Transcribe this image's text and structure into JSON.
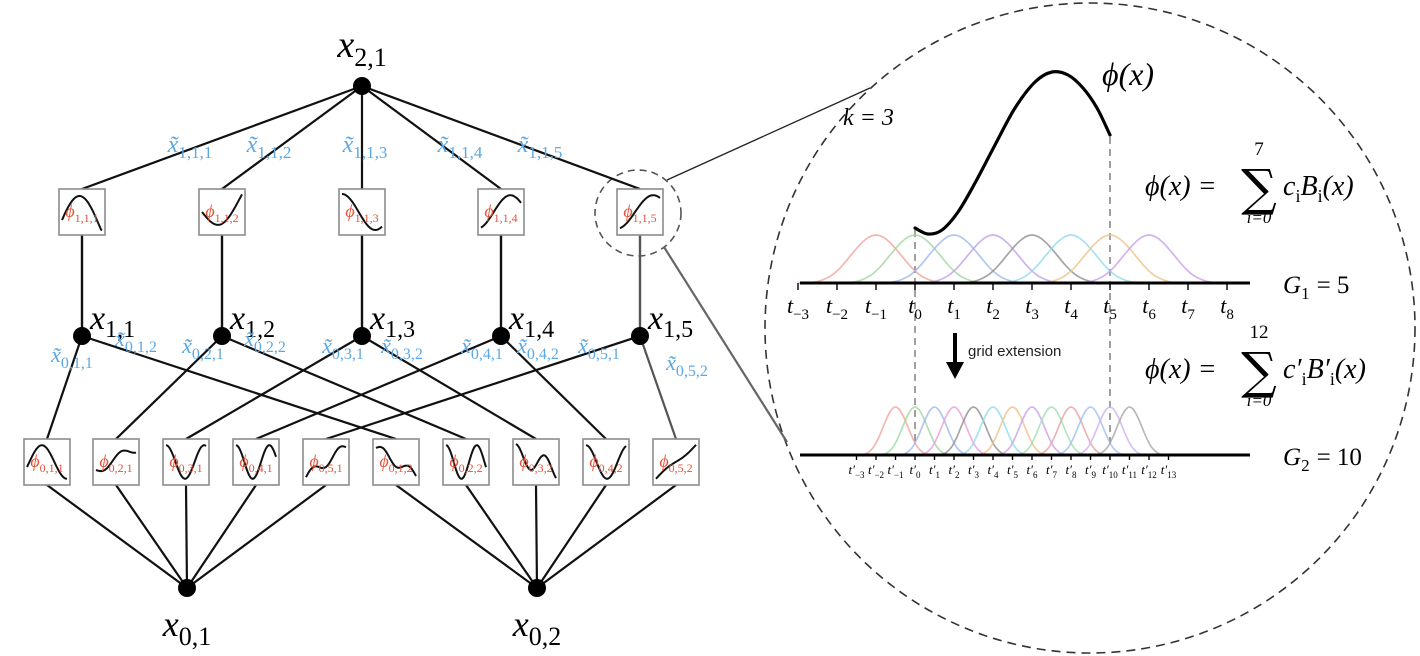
{
  "network": {
    "output_node": {
      "base": "x",
      "sub": "2,1"
    },
    "layer1_edge_labels": [
      {
        "base": "x̃",
        "sub": "1,1,1"
      },
      {
        "base": "x̃",
        "sub": "1,1,2"
      },
      {
        "base": "x̃",
        "sub": "1,1,3"
      },
      {
        "base": "x̃",
        "sub": "1,1,4"
      },
      {
        "base": "x̃",
        "sub": "1,1,5"
      }
    ],
    "layer1_activations": [
      {
        "base": "ϕ",
        "sub": "1,1,1"
      },
      {
        "base": "ϕ",
        "sub": "1,1,2"
      },
      {
        "base": "ϕ",
        "sub": "1,1,3"
      },
      {
        "base": "ϕ",
        "sub": "1,1,4"
      },
      {
        "base": "ϕ",
        "sub": "1,1,5"
      }
    ],
    "hidden_nodes": [
      {
        "base": "x",
        "sub": "1,1"
      },
      {
        "base": "x",
        "sub": "1,2"
      },
      {
        "base": "x",
        "sub": "1,3"
      },
      {
        "base": "x",
        "sub": "1,4"
      },
      {
        "base": "x",
        "sub": "1,5"
      }
    ],
    "layer0_edge_labels": [
      {
        "base": "x̃",
        "sub": "0,1,1"
      },
      {
        "base": "x̃",
        "sub": "0,1,2"
      },
      {
        "base": "x̃",
        "sub": "0,2,1"
      },
      {
        "base": "x̃",
        "sub": "0,2,2"
      },
      {
        "base": "x̃",
        "sub": "0,3,1"
      },
      {
        "base": "x̃",
        "sub": "0,3,2"
      },
      {
        "base": "x̃",
        "sub": "0,4,1"
      },
      {
        "base": "x̃",
        "sub": "0,4,2"
      },
      {
        "base": "x̃",
        "sub": "0,5,1"
      },
      {
        "base": "x̃",
        "sub": "0,5,2"
      }
    ],
    "layer0_activations": [
      {
        "base": "ϕ",
        "sub": "0,1,1"
      },
      {
        "base": "ϕ",
        "sub": "0,2,1"
      },
      {
        "base": "ϕ",
        "sub": "0,3,1"
      },
      {
        "base": "ϕ",
        "sub": "0,4,1"
      },
      {
        "base": "ϕ",
        "sub": "0,5,1"
      },
      {
        "base": "ϕ",
        "sub": "0,1,2"
      },
      {
        "base": "ϕ",
        "sub": "0,2,2"
      },
      {
        "base": "ϕ",
        "sub": "0,3,2"
      },
      {
        "base": "ϕ",
        "sub": "0,4,2"
      },
      {
        "base": "ϕ",
        "sub": "0,5,2"
      }
    ],
    "input_nodes": [
      {
        "base": "x",
        "sub": "0,1"
      },
      {
        "base": "x",
        "sub": "0,2"
      }
    ]
  },
  "zoom": {
    "k_label": "k = 3",
    "function_label": "ϕ(x)",
    "formula_coarse": {
      "lhs": "ϕ(x) =",
      "sum": "∑",
      "upper": "7",
      "lower": "i=0",
      "terms": [
        {
          "base": "c",
          "sub": "i"
        },
        {
          "base": "B",
          "sub": "i"
        },
        {
          "base": "(x)"
        }
      ]
    },
    "coarse_grid": {
      "label": {
        "base": "G",
        "sub": "1",
        "rest": "= 5"
      },
      "knot_base": "t",
      "knot_subs": [
        "−3",
        "−2",
        "−1",
        "0",
        "1",
        "2",
        "3",
        "4",
        "5",
        "6",
        "7",
        "8"
      ]
    },
    "arrow_label": "grid extension",
    "formula_fine": {
      "lhs": "ϕ(x) =",
      "sum": "∑",
      "upper": "12",
      "lower": "i=0",
      "terms": [
        {
          "base": "c′",
          "sub": "i"
        },
        {
          "base": "B′",
          "sub": "i"
        },
        {
          "base": "(x)"
        }
      ]
    },
    "fine_grid": {
      "label": {
        "base": "G",
        "sub": "2",
        "rest": "= 10"
      },
      "knot_base": "t′",
      "knot_subs": [
        "−3",
        "−2",
        "−1",
        "0",
        "1",
        "2",
        "3",
        "4",
        "5",
        "6",
        "7",
        "8",
        "9",
        "10",
        "11",
        "12",
        "13"
      ]
    }
  },
  "colors": {
    "edge_label": "#5ba8e4",
    "activation_label": "#e4533a",
    "node": "#000000",
    "edge": "#111111",
    "edge_muted": "#555555",
    "box_border": "#8c8c8c",
    "zoom_outline": "#333333",
    "guide": "#777777",
    "coarse_basis": [
      "#f2a49a",
      "#9fd89f",
      "#9fb8ee",
      "#c29fe8",
      "#8f8f8f",
      "#8fdcee",
      "#f0c28a",
      "#c9a0e8"
    ],
    "fine_basis": [
      "#f2a49a",
      "#9fd89f",
      "#9fb8ee",
      "#e89fd4",
      "#8f8f8f",
      "#8fdcee",
      "#f0c28a",
      "#c9a0e8",
      "#a0e0b0",
      "#e8a0a0",
      "#a0c0f0",
      "#d0b0f0",
      "#a8a8a8"
    ]
  }
}
